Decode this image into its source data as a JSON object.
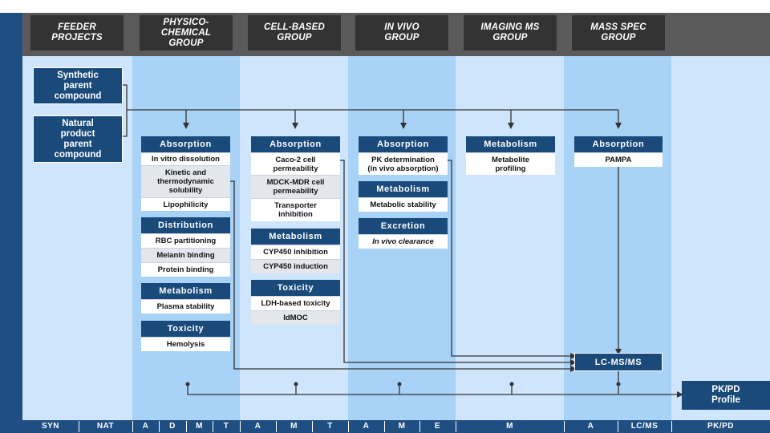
{
  "headers": [
    {
      "name": "feeder",
      "label": "FEEDER\nPROJECTS"
    },
    {
      "name": "physico",
      "label": "PHYSICO-\nCHEMICAL\nGROUP"
    },
    {
      "name": "cell",
      "label": "CELL-BASED\nGROUP"
    },
    {
      "name": "invivo",
      "label": "IN VIVO\nGROUP"
    },
    {
      "name": "imaging",
      "label": "IMAGING MS\nGROUP"
    },
    {
      "name": "massspec",
      "label": "MASS SPEC\nGROUP"
    }
  ],
  "feeders": {
    "synthetic": "Synthetic\nparent\ncompound",
    "natural": "Natural\nproduct\nparent\ncompound"
  },
  "physico": {
    "absorption": "Absorption",
    "abs_items": [
      "In vitro dissolution",
      "Kinetic and\nthermodynamic\nsolubility",
      "Lipophilicity"
    ],
    "distribution": "Distribution",
    "dist_items": [
      "RBC partitioning",
      "Melanin binding",
      "Protein binding"
    ],
    "metabolism": "Metabolism",
    "met_items": [
      "Plasma stability"
    ],
    "toxicity": "Toxicity",
    "tox_items": [
      "Hemolysis"
    ]
  },
  "cell": {
    "absorption": "Absorption",
    "abs_items": [
      "Caco-2 cell\npermeability",
      "MDCK-MDR cell\npermeability",
      "Transporter\ninhibition"
    ],
    "metabolism": "Metabolism",
    "met_items": [
      "CYP450 inhibition",
      "CYP450 induction"
    ],
    "toxicity": "Toxicity",
    "tox_items": [
      "LDH-based toxicity",
      "IdMOC"
    ]
  },
  "invivo": {
    "absorption": "Absorption",
    "abs_items": [
      "PK determination\n(in vivo absorption)"
    ],
    "metabolism": "Metabolism",
    "met_items": [
      "Metabolic stability"
    ],
    "excretion": "Excretion",
    "exc_items": [
      "In vivo clearance"
    ]
  },
  "imaging": {
    "metabolism": "Metabolism",
    "met_items": [
      "Metabolite\nprofiling"
    ]
  },
  "massspec": {
    "absorption": "Absorption",
    "abs_items": [
      "PAMPA"
    ]
  },
  "lcms": "LC-MS/MS",
  "pkpd": "PK/PD\nProfile",
  "bottom_labels": [
    "SYN",
    "NAT",
    "A",
    "D",
    "M",
    "T",
    "A",
    "M",
    "T",
    "A",
    "M",
    "E",
    "M",
    "A",
    "LC/MS",
    "PK/PD"
  ],
  "colors": {
    "navy": "#1a4a7a",
    "col_light": "#cfe5fb",
    "col_dark": "#a9d2f7",
    "header": "#333333",
    "band": "#5a5a5a"
  }
}
